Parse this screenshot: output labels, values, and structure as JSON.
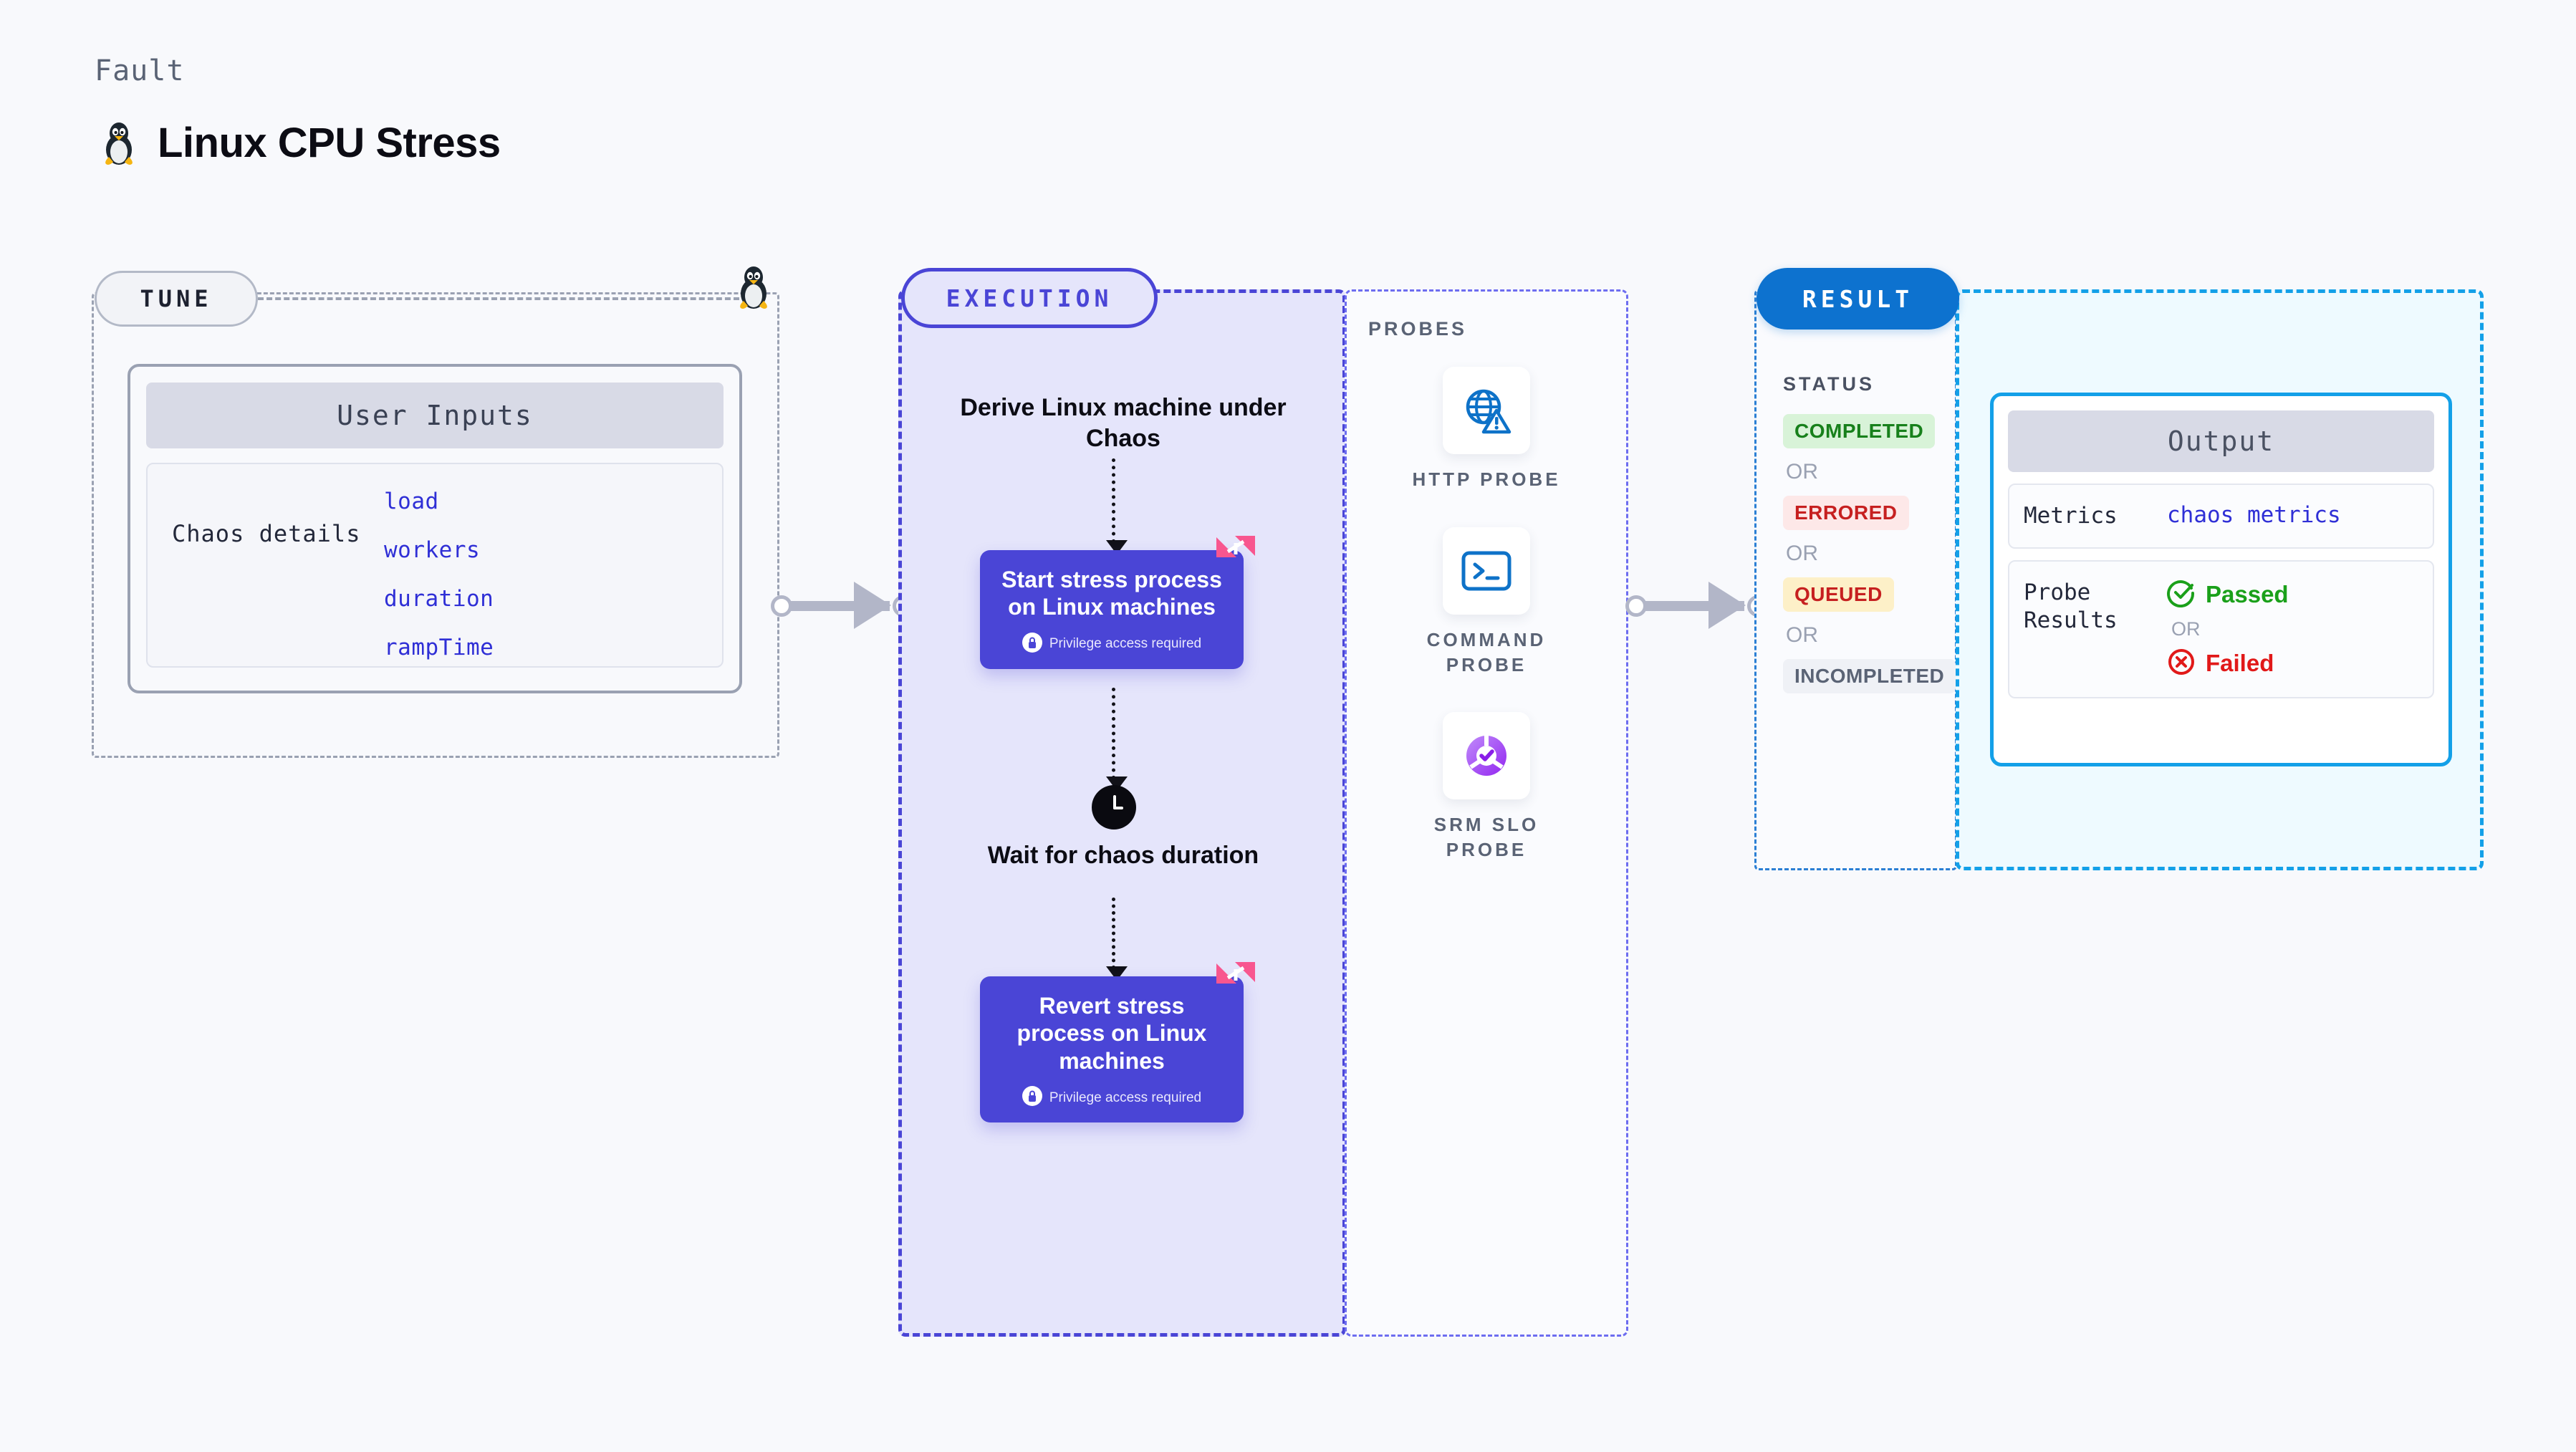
{
  "header": {
    "eyebrow": "Fault",
    "title": "Linux CPU Stress",
    "icon": "tux-penguin-icon"
  },
  "tune": {
    "badge": "TUNE",
    "card_header": "User Inputs",
    "chaos_label": "Chaos details",
    "params": [
      "load",
      "workers",
      "duration",
      "rampTime"
    ],
    "side_icon": "tux-penguin-icon"
  },
  "execution": {
    "badge": "EXECUTION",
    "steps": [
      {
        "kind": "title",
        "text": "Derive Linux machine under Chaos"
      },
      {
        "kind": "action",
        "text": "Start stress process on Linux machines",
        "note": "Privilege access required",
        "note_icon": "lock-icon",
        "flag_icon": "litmus-logo-icon"
      },
      {
        "kind": "wait",
        "icon": "clock-icon",
        "text": "Wait for chaos duration"
      },
      {
        "kind": "action",
        "text": "Revert stress process on Linux machines",
        "note": "Privilege access required",
        "note_icon": "lock-icon",
        "flag_icon": "litmus-logo-icon"
      }
    ]
  },
  "probes": {
    "title": "PROBES",
    "items": [
      {
        "label": "HTTP PROBE",
        "icon": "globe-warning-icon"
      },
      {
        "label": "COMMAND PROBE",
        "icon": "terminal-icon"
      },
      {
        "label": "SRM SLO PROBE",
        "icon": "donut-check-icon"
      }
    ]
  },
  "result": {
    "badge": "RESULT",
    "status_title": "STATUS",
    "or_label": "OR",
    "statuses": [
      {
        "label": "COMPLETED",
        "bg": "#d8f3d8",
        "fg": "#17801b"
      },
      {
        "label": "ERRORED",
        "bg": "#fde8e8",
        "fg": "#c62020"
      },
      {
        "label": "QUEUED",
        "bg": "#fdf0c8",
        "fg": "#c62020"
      },
      {
        "label": "INCOMPLETED",
        "bg": "#eff1f6",
        "fg": "#5a6375"
      }
    ]
  },
  "output": {
    "header": "Output",
    "metrics_key": "Metrics",
    "metrics_value": "chaos metrics",
    "probe_results_key": "Probe Results",
    "or_label": "OR",
    "passed": {
      "label": "Passed",
      "icon": "check-circle-icon",
      "color": "#1aa01a"
    },
    "failed": {
      "label": "Failed",
      "icon": "x-circle-icon",
      "color": "#e11919"
    }
  },
  "connectors": {
    "tune_to_execution": "arrow-right",
    "probes_to_result": "arrow-right"
  },
  "colors": {
    "page_bg": "#f8f9fc",
    "indigo": "#4a45d6",
    "exec_bg": "#e5e5fb",
    "result_blue": "#0d72cf",
    "cyan": "#13a0e8",
    "output_bg": "#eefaff",
    "pink": "#f8568f",
    "gray_dash": "#9aa1b2"
  }
}
